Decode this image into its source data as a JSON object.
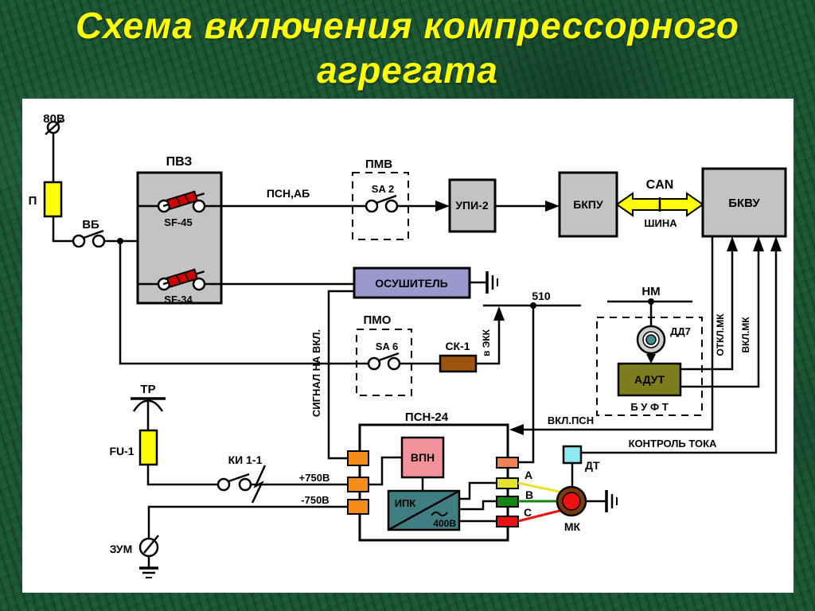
{
  "title": {
    "line1": "Схема включения компрессорного",
    "line2": "агрегата"
  },
  "labels": {
    "supply_80v": "80В",
    "fuse_p": "П",
    "switch_vb": "ВБ",
    "box_pvz": "ПВЗ",
    "breaker_sf45": "SF-45",
    "breaker_sf34": "SF-34",
    "wire_psn_ab": "ПСН,АБ",
    "box_pmv": "ПМВ",
    "switch_sa2": "SA 2",
    "box_upi2": "УПИ-2",
    "box_bkpu": "БКПУ",
    "can": "CAN",
    "shina": "ШИНА",
    "box_bkvu": "БКВУ",
    "box_osushitel": "ОСУШИТЕЛЬ",
    "wire_510": "510",
    "box_pmo": "ПМО",
    "switch_sa6": "SA 6",
    "box_sk1": "СК-1",
    "to_ekk": "в ЭКК",
    "signal_on": "СИГНАЛ НА ВКЛ.",
    "wire_nm": "НМ",
    "sensor_dd7": "ДД7",
    "box_adut": "АДУТ",
    "box_buft": "Б У Ф Т",
    "sig_otkl_mk": "ОТКЛ.МК",
    "sig_vkl_mk": "ВКЛ.МК",
    "sig_vkl_psn": "ВКЛ.ПСН",
    "sig_kontrol_toka": "КОНТРОЛЬ ТОКА",
    "pantograph_tr": "ТР",
    "fuse_fu1": "FU-1",
    "switch_ki11": "КИ 1-1",
    "wire_plus750": "+750В",
    "wire_minus750": "-750В",
    "zum": "ЗУМ",
    "box_psn24": "ПСН-24",
    "box_vpn": "ВПН",
    "box_ipk": "ИПК",
    "v400": "400В",
    "sensor_dt": "ДТ",
    "phase_a": "А",
    "phase_b": "В",
    "phase_c": "С",
    "motor_mk": "МК"
  },
  "colors": {
    "background_green": "#1b5634",
    "title_yellow": "#ffff00",
    "panel_white": "#ffffff",
    "box_gray": "#c3c3c3",
    "fuse_yellow": "#ffff00",
    "osushitel_lavender": "#9999ce",
    "sk1_brown": "#9b5310",
    "adut_olive": "#7d7d1f",
    "vpn_pink": "#f4929b",
    "ipk_teal": "#3f7f82",
    "connector_orange": "#f68c1c",
    "connector_orange_light": "#f28352",
    "phase_a_yellow": "#e6e330",
    "phase_b_green": "#148414",
    "phase_c_red": "#ee1111",
    "dt_cyan": "#8ee9f2",
    "mk_brown": "#7a3c0f",
    "breaker_red": "#cc0000",
    "can_bus_yellow": "#ffff00"
  }
}
